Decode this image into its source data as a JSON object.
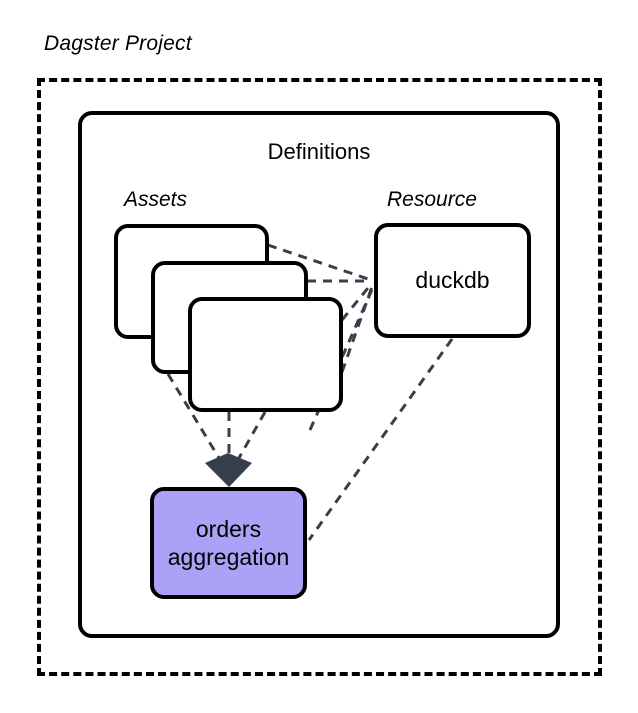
{
  "diagram": {
    "title": "Dagster Project",
    "container": {
      "label": "Definitions"
    },
    "groups": [
      {
        "id": "assets",
        "label": "Assets"
      },
      {
        "id": "resource",
        "label": "Resource"
      }
    ],
    "nodes": [
      {
        "id": "asset-card-back",
        "label": "",
        "kind": "asset-card",
        "fill": "#ffffff"
      },
      {
        "id": "asset-card-middle",
        "label": "",
        "kind": "asset-card",
        "fill": "#ffffff"
      },
      {
        "id": "asset-card-front",
        "label": "",
        "kind": "asset-card",
        "fill": "#ffffff"
      },
      {
        "id": "duckdb",
        "label": "duckdb",
        "kind": "resource",
        "fill": "#ffffff"
      },
      {
        "id": "orders-aggregation",
        "label_line1": "orders",
        "label_line2": "aggregation",
        "kind": "asset",
        "fill": "#aba2f7"
      }
    ],
    "edges": [
      {
        "from": "asset-card-back",
        "to": "duckdb",
        "style": "dashed"
      },
      {
        "from": "asset-card-middle",
        "to": "duckdb",
        "style": "dashed"
      },
      {
        "from": "asset-card-front",
        "to": "duckdb",
        "style": "dashed"
      },
      {
        "from": "asset-card-front",
        "to": "duckdb",
        "style": "dashed"
      },
      {
        "from": "asset-card-middle",
        "to": "orders-aggregation",
        "style": "dashed",
        "marker": "arrow"
      },
      {
        "from": "asset-card-front",
        "to": "orders-aggregation",
        "style": "dashed",
        "marker": "arrow"
      },
      {
        "from": "duckdb",
        "to": "orders-aggregation",
        "style": "dashed"
      }
    ],
    "colors": {
      "stroke": "#000000",
      "edge": "#37404a",
      "arrow": "#37404a",
      "asset_highlight": "#aba2f7",
      "background": "#ffffff"
    }
  }
}
